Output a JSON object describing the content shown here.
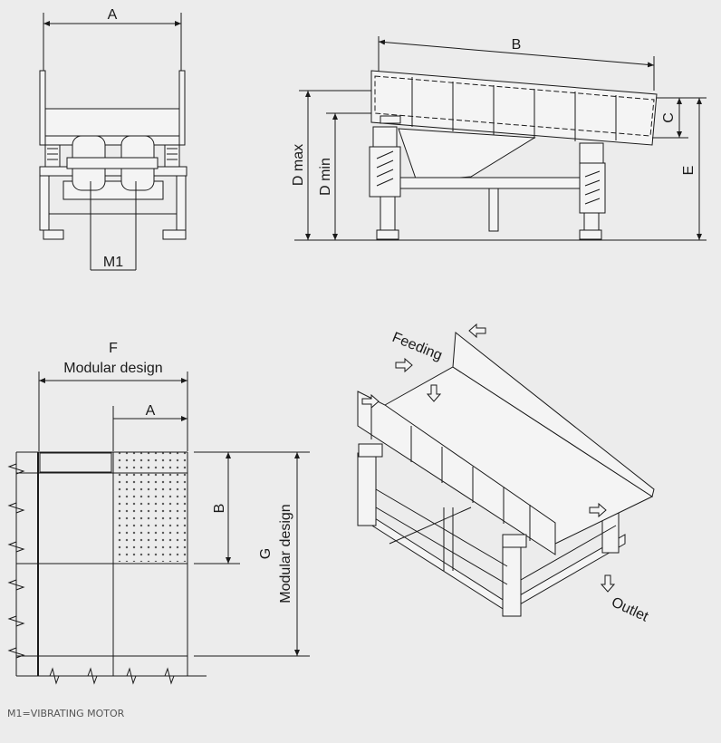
{
  "front_view": {
    "dim_a": "A",
    "motor_label": "M1"
  },
  "side_view": {
    "dim_b": "B",
    "dim_c": "C",
    "dim_d_max": "D max",
    "dim_d_min": "D min",
    "dim_e": "E"
  },
  "plan_view": {
    "dim_f": "F",
    "f_caption": "Modular design",
    "dim_a": "A",
    "dim_b": "B",
    "dim_g": "G",
    "g_caption": "Modular design"
  },
  "iso_view": {
    "feeding_label": "Feeding",
    "outlet_label": "Outlet"
  },
  "footnote": "M1=VIBRATING MOTOR"
}
